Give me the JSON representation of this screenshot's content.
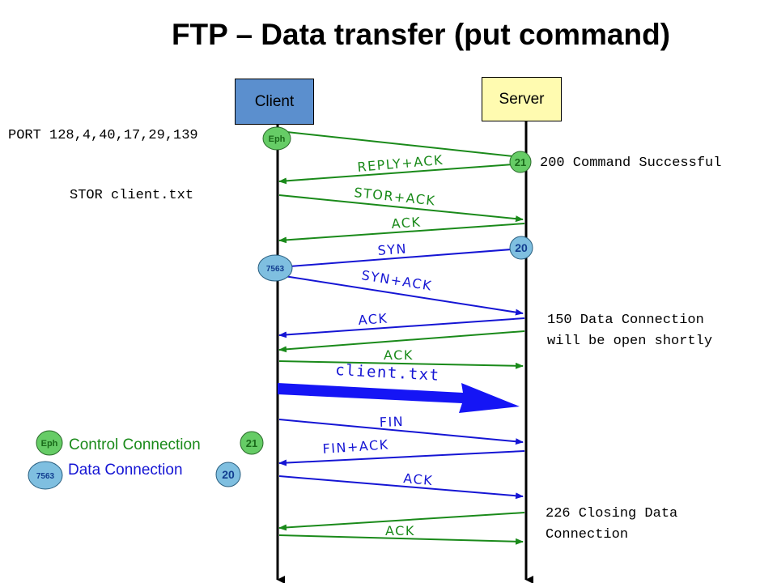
{
  "title": "FTP – Data transfer (put command)",
  "client": {
    "label": "Client"
  },
  "server": {
    "label": "Server"
  },
  "notes": {
    "port": "PORT 128,4,40,17,29,139",
    "stor": "STOR client.txt",
    "cmd_ok": "200 Command Successful",
    "data_open": "150 Data Connection\nwill be open shortly",
    "closing": "226 Closing Data\nConnection"
  },
  "messages": {
    "reply_ack": "REPLY+ACK",
    "stor_ack": "STOR+ACK",
    "ack1": "ACK",
    "syn": "SYN",
    "syn_ack": "SYN+ACK",
    "ack2": "ACK",
    "ack3": "ACK",
    "file": "client.txt",
    "fin": "FIN",
    "fin_ack": "FIN+ACK",
    "ack4": "ACK",
    "ack5": "ACK"
  },
  "ports": {
    "eph": "Eph",
    "ctrl_server": "21",
    "data_client": "7563",
    "data_server": "20"
  },
  "legend": {
    "control": "Control Connection",
    "data": "Data Connection"
  },
  "colors": {
    "control": "#1a8a1a",
    "data": "#1515d4",
    "port_badge_green": "#66cc66",
    "port_badge_blue": "#7fbfe0",
    "client_box": "#5b8fce",
    "server_box": "#fffbb0"
  }
}
